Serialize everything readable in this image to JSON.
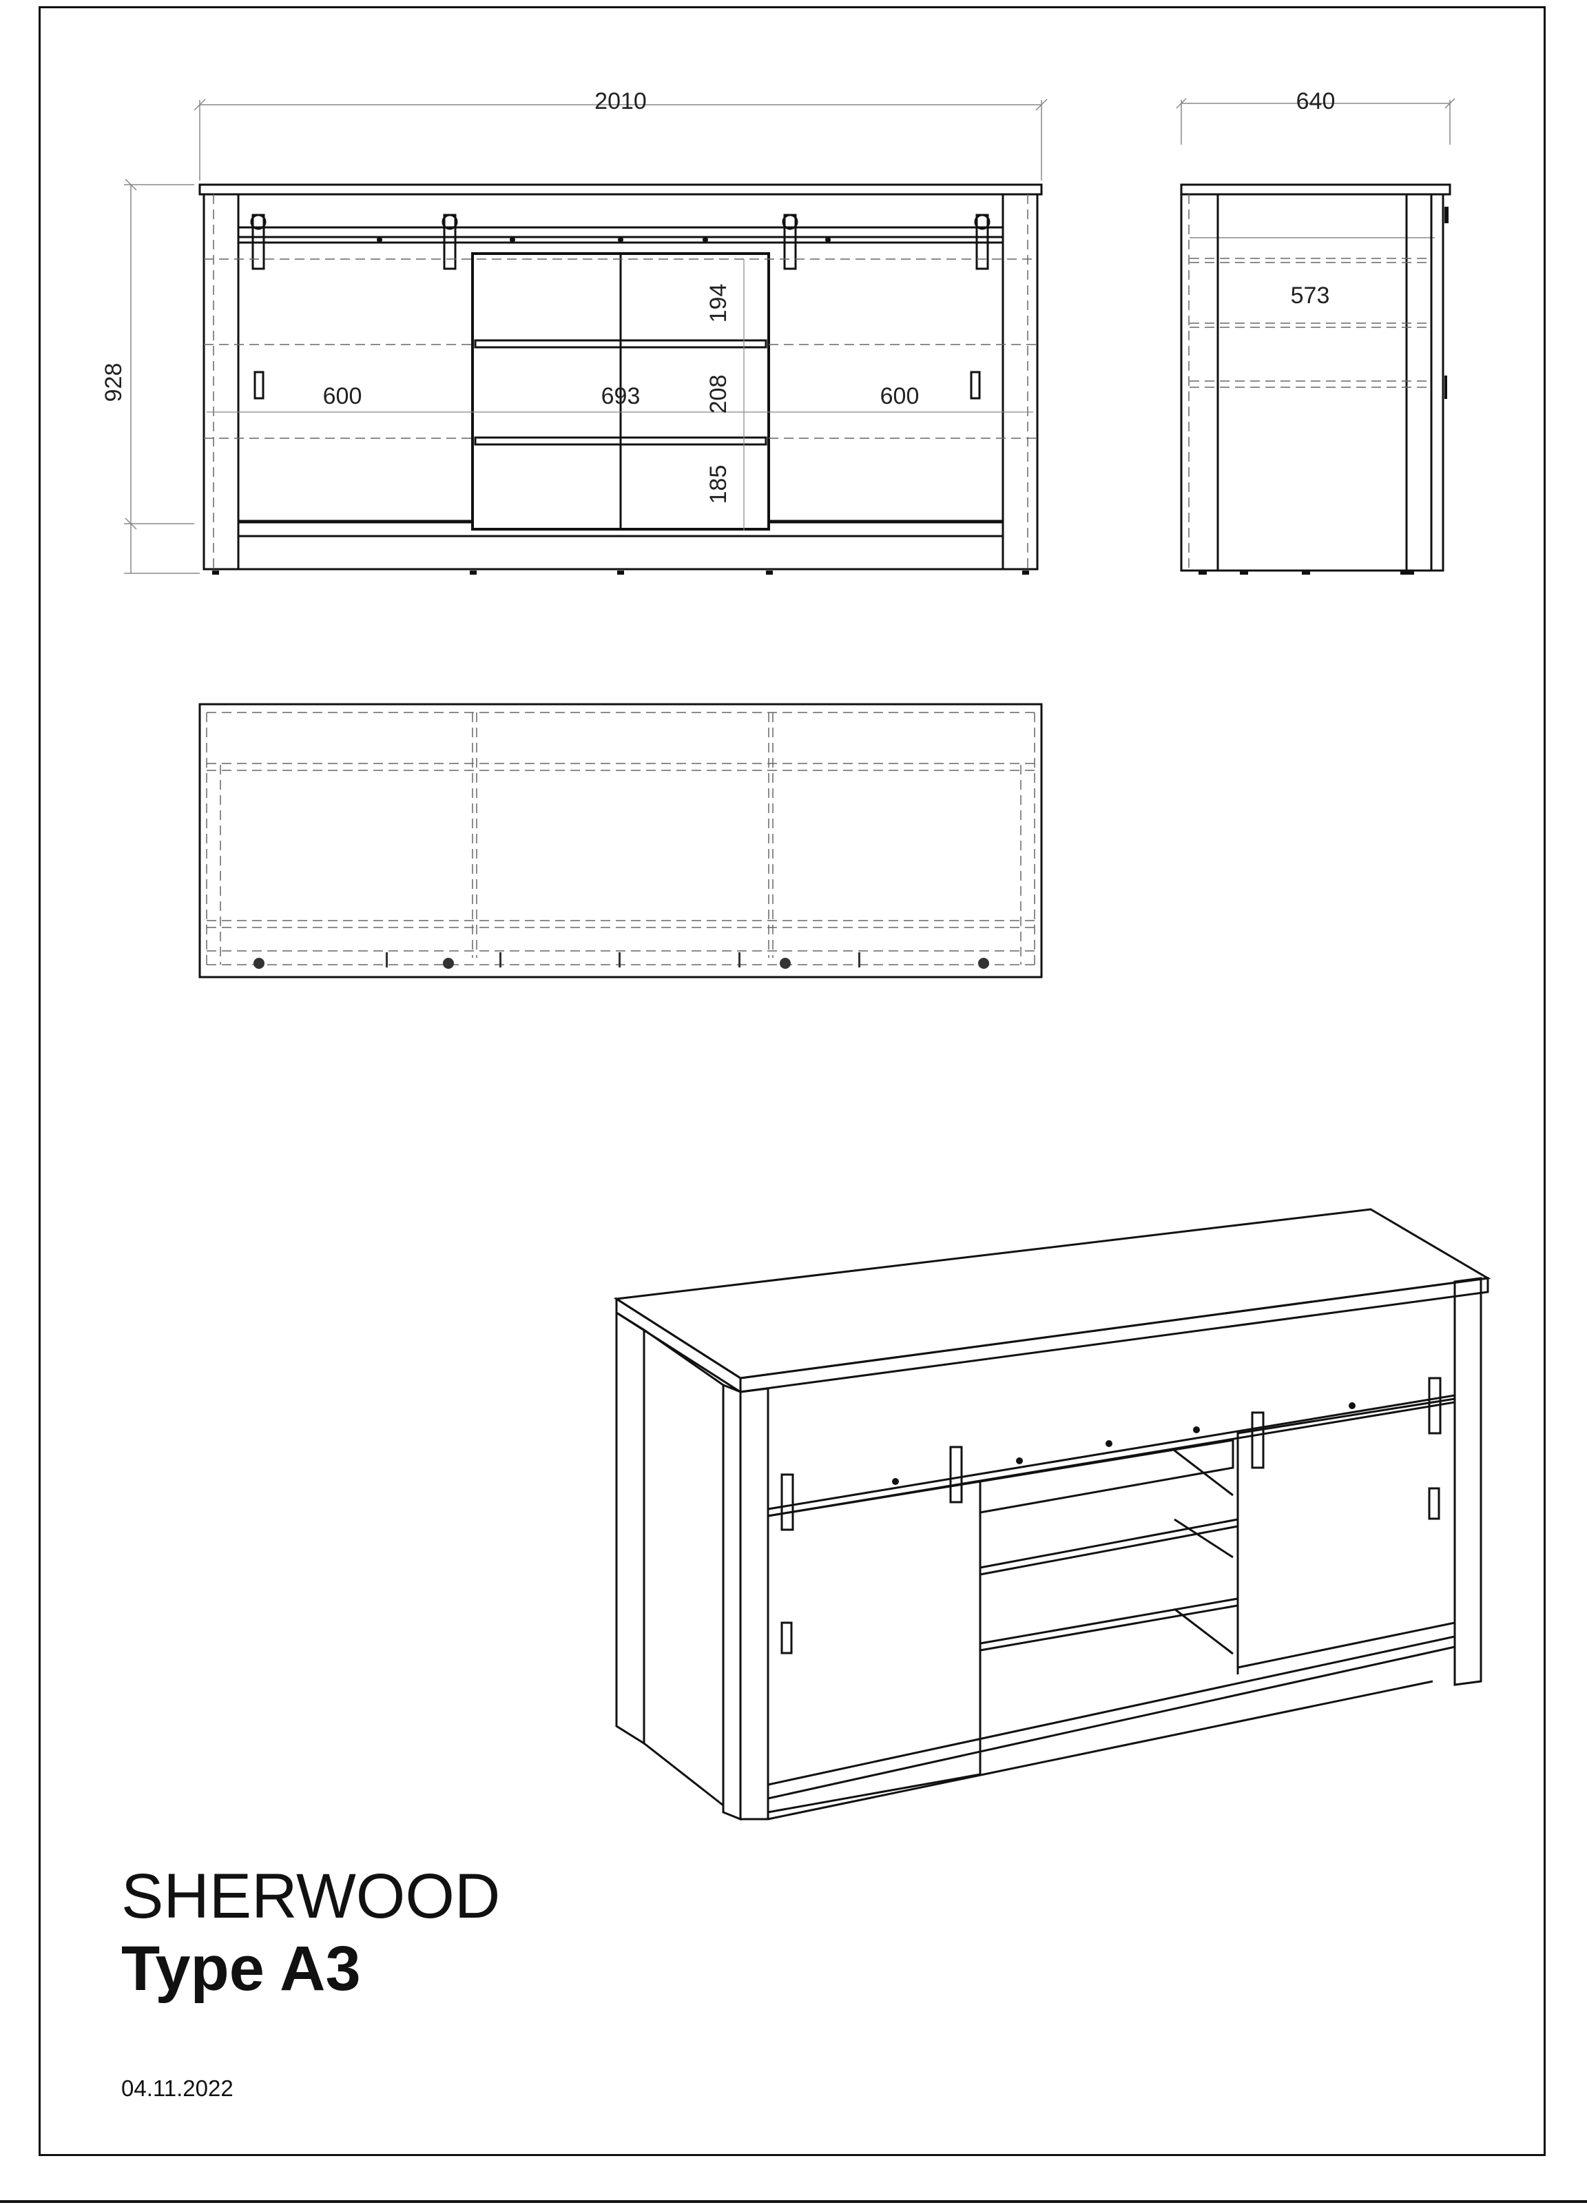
{
  "document": {
    "product_name": "SHERWOOD",
    "product_type": "Type A3",
    "date": "04.11.2022"
  },
  "front_view": {
    "overall_width": "2010",
    "overall_height": "928",
    "left_door_width": "600",
    "center_opening_width": "693",
    "right_door_width": "600",
    "shelf_heights": [
      "194",
      "208",
      "185"
    ]
  },
  "side_view": {
    "overall_depth": "640",
    "inner_depth": "573"
  },
  "colors": {
    "line": "#111111",
    "dim_line": "#888888",
    "hidden_line": "#666666",
    "background": "#ffffff"
  }
}
